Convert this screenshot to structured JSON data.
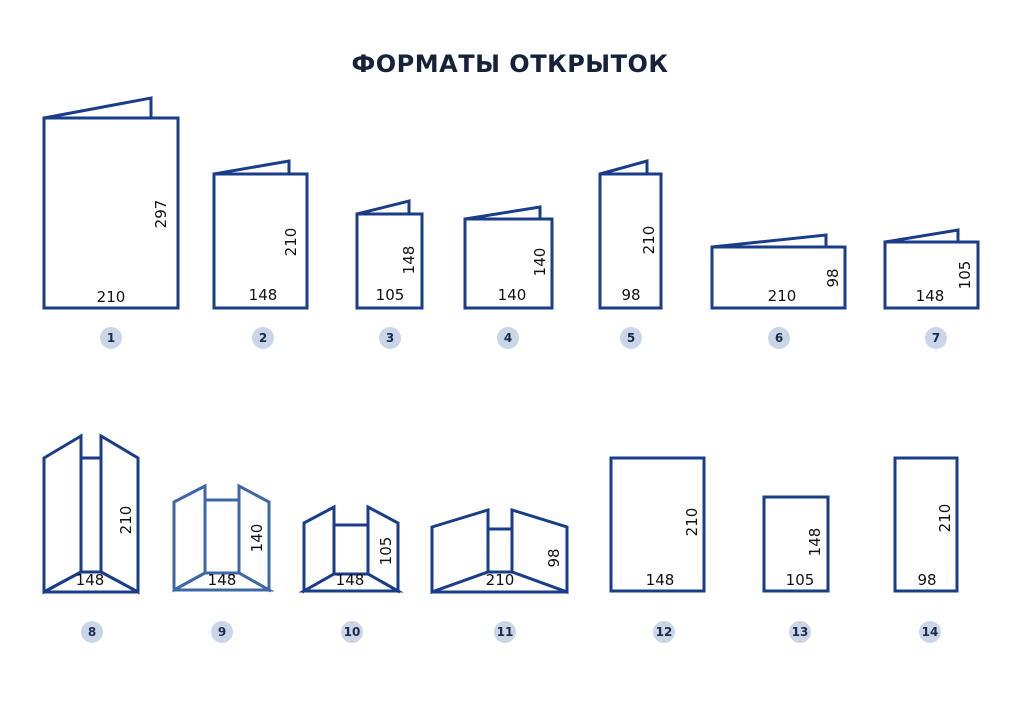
{
  "title": "ФОРМАТЫ ОТКРЫТОК",
  "formats": [
    {
      "num": "1",
      "width": "210",
      "height": "297"
    },
    {
      "num": "2",
      "width": "148",
      "height": "210"
    },
    {
      "num": "3",
      "width": "105",
      "height": "148"
    },
    {
      "num": "4",
      "width": "140",
      "height": "140"
    },
    {
      "num": "5",
      "width": "98",
      "height": "210"
    },
    {
      "num": "6",
      "width": "210",
      "height": "98"
    },
    {
      "num": "7",
      "width": "148",
      "height": "105"
    },
    {
      "num": "8",
      "width": "148",
      "height": "210"
    },
    {
      "num": "9",
      "width": "148",
      "height": "140"
    },
    {
      "num": "10",
      "width": "148",
      "height": "105"
    },
    {
      "num": "11",
      "width": "210",
      "height": "98"
    },
    {
      "num": "12",
      "width": "148",
      "height": "210"
    },
    {
      "num": "13",
      "width": "105",
      "height": "148"
    },
    {
      "num": "14",
      "width": "98",
      "height": "210"
    }
  ],
  "colors": {
    "stroke": "#1a3d8a",
    "badge": "#c9d6e8"
  }
}
